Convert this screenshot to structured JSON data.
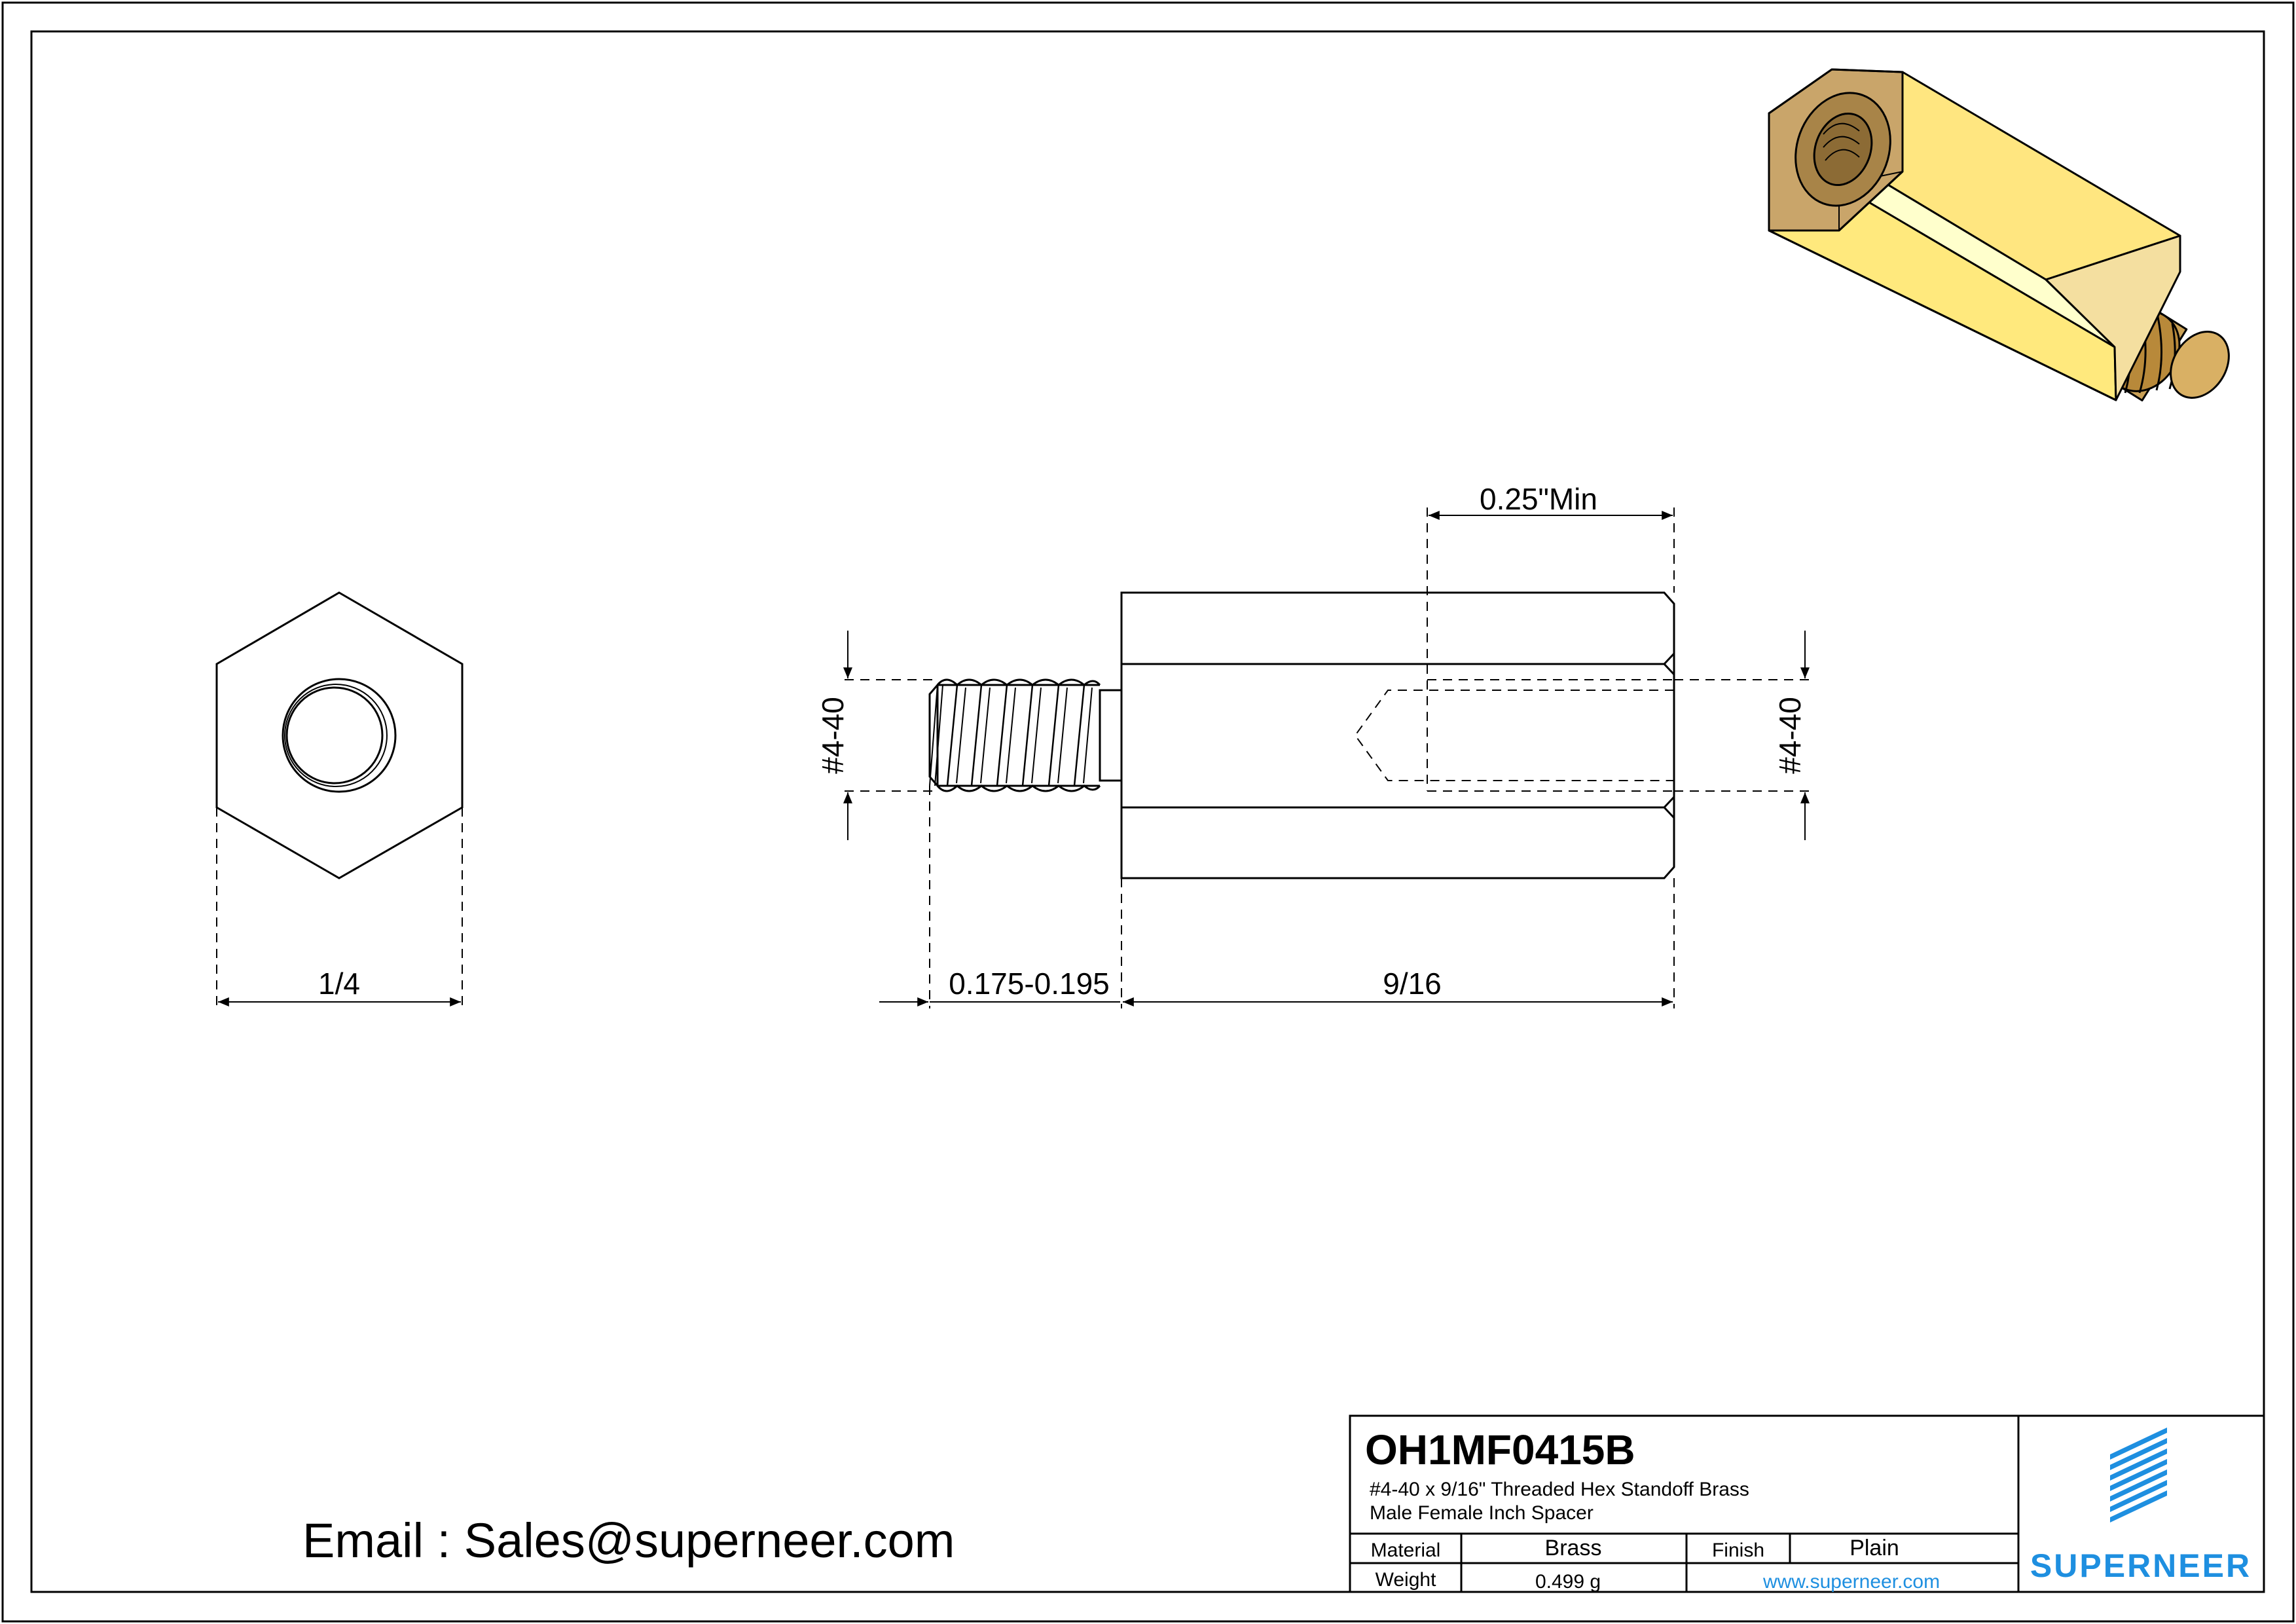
{
  "drawing": {
    "dimensions": {
      "hex_width": "1/4",
      "thread_left": "#4-40",
      "thread_right": "#4-40",
      "thread_depth": "0.25\"Min",
      "stud_length": "0.175-0.195",
      "body_length": "9/16"
    },
    "email": "Email : Sales@superneer.com"
  },
  "title_block": {
    "part_number": "OH1MF0415B",
    "description_line1": "#4-40 x 9/16\" Threaded Hex Standoff Brass",
    "description_line2": "Male Female Inch Spacer",
    "material_label": "Material",
    "material_value": "Brass",
    "finish_label": "Finish",
    "finish_value": "Plain",
    "weight_label": "Weight",
    "weight_value": "0.499 g",
    "website": "www.superneer.com",
    "logo_text": "SUPERNEER"
  },
  "colors": {
    "brass_light": "#FFFFCC",
    "brass_mid": "#FFE680",
    "brass_dark": "#C9A56A",
    "brand_blue": "#1E8FE0"
  }
}
